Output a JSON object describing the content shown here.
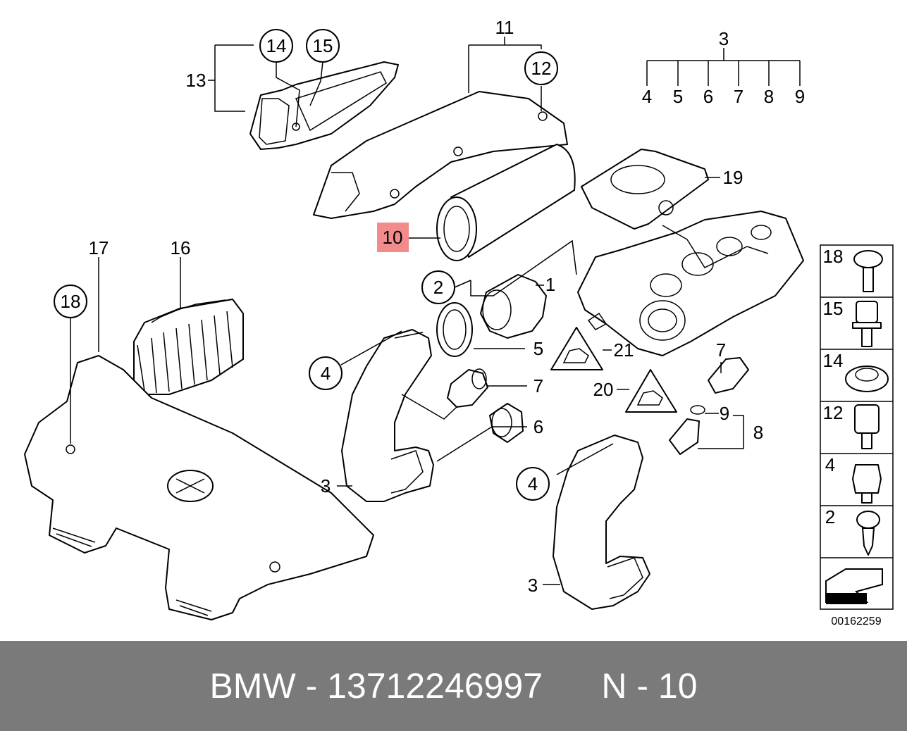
{
  "footer": {
    "brand": "BMW",
    "separator": "-",
    "part_number": "13712246997",
    "position": "N - 10"
  },
  "diagram_code": "00162259",
  "callouts": {
    "c1": "1",
    "c2": "2",
    "c3a": "3",
    "c3b": "3",
    "c3c": "3",
    "c4a": "4",
    "c4b": "4",
    "c4c": "4",
    "c5a": "5",
    "c5b": "5",
    "c6a": "6",
    "c6b": "6",
    "c7a": "7",
    "c7b": "7",
    "c7c": "7",
    "c8a": "8",
    "c8b": "8",
    "c9a": "9",
    "c9b": "9",
    "c10": "10",
    "c11": "11",
    "c12": "12",
    "c13": "13",
    "c14": "14",
    "c15": "15",
    "c16": "16",
    "c17": "17",
    "c18": "18",
    "c19": "19",
    "c20": "20",
    "c21": "21"
  },
  "side_panel": [
    {
      "label": "18",
      "icon": "torx-flange-screw-icon"
    },
    {
      "label": "15",
      "icon": "hex-socket-bolt-icon"
    },
    {
      "label": "14",
      "icon": "rubber-grommet-icon"
    },
    {
      "label": "12",
      "icon": "socket-screw-icon"
    },
    {
      "label": "4",
      "icon": "hex-bolt-icon"
    },
    {
      "label": "2",
      "icon": "self-tapping-screw-icon"
    }
  ],
  "highlight_color": "#f28b8b"
}
